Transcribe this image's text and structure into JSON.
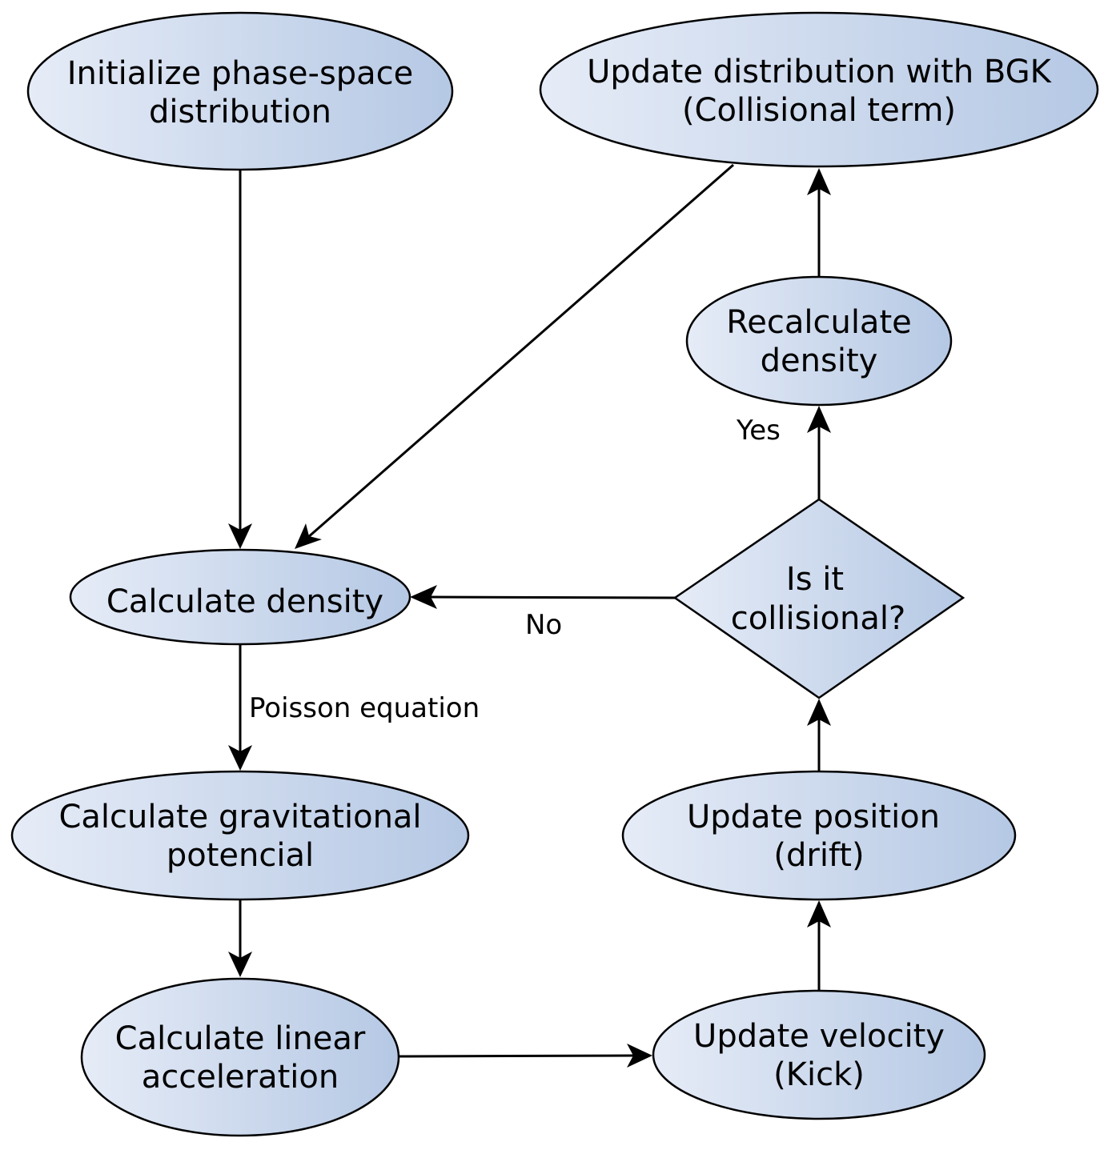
{
  "colors": {
    "fill_light": "#e6ecf7",
    "fill_dark": "#b5c8e4",
    "stroke": "#000000",
    "text": "#000000"
  },
  "nodes": {
    "init": {
      "line1": "Initialize phase-space",
      "line2": "distribution"
    },
    "bgk": {
      "line1": "Update distribution with BGK",
      "line2": "(Collisional term)"
    },
    "recalc": {
      "line1": "Recalculate",
      "line2": "density"
    },
    "calc_density": {
      "line1": "Calculate density"
    },
    "collisional": {
      "line1": "Is it",
      "line2": "collisional?"
    },
    "grav": {
      "line1": "Calculate gravitational",
      "line2": "potencial"
    },
    "drift": {
      "line1": "Update position",
      "line2": "(drift)"
    },
    "accel": {
      "line1": "Calculate linear",
      "line2": "acceleration"
    },
    "kick": {
      "line1": "Update velocity",
      "line2": "(Kick)"
    }
  },
  "edge_labels": {
    "yes": "Yes",
    "no": "No",
    "poisson": "Poisson equation"
  }
}
